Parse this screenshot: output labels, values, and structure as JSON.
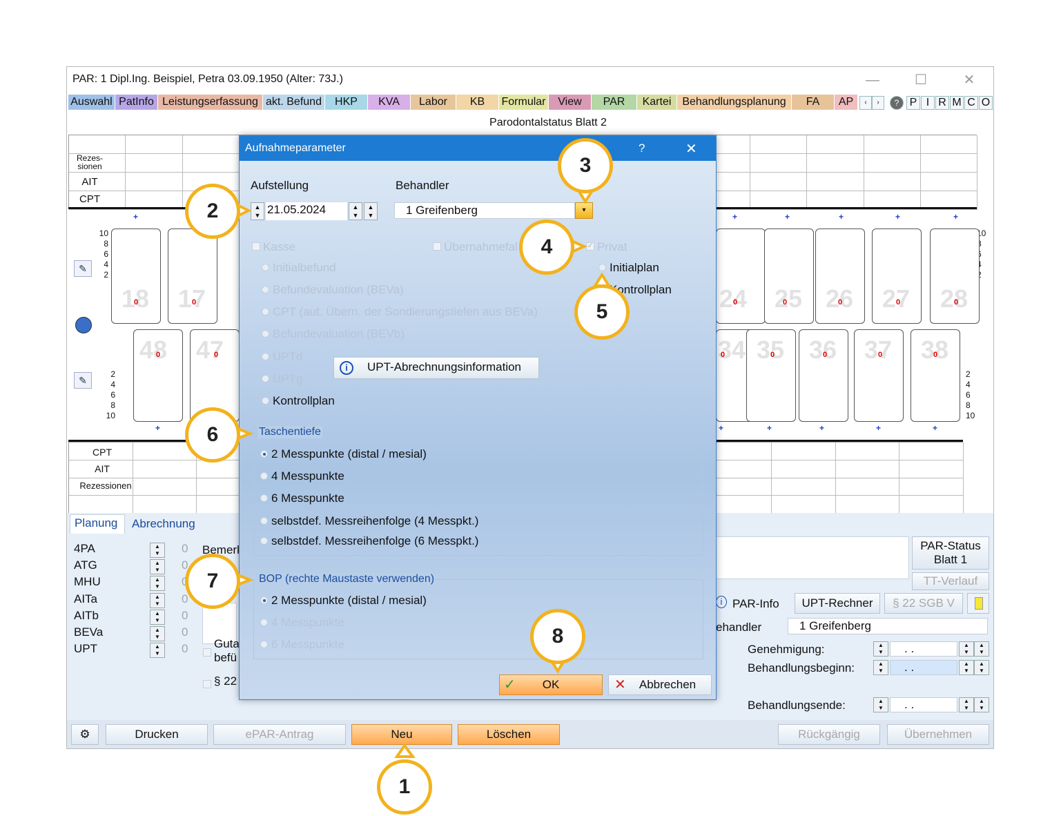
{
  "window": {
    "title": "PAR: 1  Dipl.Ing. Beispiel, Petra  03.09.1950 (Alter: 73J.)",
    "controls": {
      "minimize": "—",
      "maximize": "☐",
      "close": "✕"
    }
  },
  "module_tabs": [
    {
      "label": "Auswahl",
      "color": "#9fc0e8"
    },
    {
      "label": "PatInfo",
      "color": "#b7a6e6"
    },
    {
      "label": "Leistungserfassung",
      "color": "#e9b8a5"
    },
    {
      "label": "akt. Befund",
      "color": "#bcd6ea"
    },
    {
      "label": "HKP",
      "color": "#a8d8e8"
    },
    {
      "label": "KVA",
      "color": "#d8b0e8"
    },
    {
      "label": "Labor",
      "color": "#e6c69a"
    },
    {
      "label": "KB",
      "color": "#f2d6a6"
    },
    {
      "label": "Formular",
      "color": "#e3e6a2"
    },
    {
      "label": "View",
      "color": "#d99ab4"
    },
    {
      "label": "PAR",
      "color": "#b4d7a6"
    },
    {
      "label": "Kartei",
      "color": "#d6dca0"
    },
    {
      "label": "Behandlungsplanung",
      "color": "#f2cfa6"
    },
    {
      "label": "FA",
      "color": "#e7c39a"
    },
    {
      "label": "AP",
      "color": "#f1bdbf"
    }
  ],
  "quick_buttons": [
    "P",
    "I",
    "R",
    "M",
    "C",
    "O"
  ],
  "sheet": {
    "title": "Parodontalstatus Blatt 2",
    "upper_rows": [
      "Rezes-\nsionen",
      "AIT",
      "CPT"
    ],
    "lower_rows": [
      "CPT",
      "AIT",
      "Rezessionen"
    ],
    "scale": [
      "10",
      "8",
      "6",
      "4",
      "2"
    ],
    "scale_down": [
      "2",
      "4",
      "6",
      "8",
      "10"
    ],
    "upper_left_teeth": [
      "18",
      "17"
    ],
    "upper_right_teeth": [
      "24",
      "25",
      "26",
      "27",
      "28"
    ],
    "lower_left_teeth": [
      "48",
      "47"
    ],
    "lower_right_teeth": [
      "34",
      "35",
      "36",
      "37",
      "38"
    ],
    "zero": "0"
  },
  "lower_panel": {
    "tabs": [
      "Planung",
      "Abrechnung"
    ],
    "counters": [
      {
        "label": "4PA",
        "value": "0"
      },
      {
        "label": "ATG",
        "value": "0"
      },
      {
        "label": "MHU",
        "value": "0"
      },
      {
        "label": "AITa",
        "value": "0"
      },
      {
        "label": "AITb",
        "value": "0"
      },
      {
        "label": "BEVa",
        "value": "0"
      },
      {
        "label": "UPT",
        "value": "0"
      }
    ],
    "bemerk_partial": "Bemerk",
    "guta_partial": "Guta",
    "befu_partial": "befü",
    "para22_partial": "§ 22",
    "par_status_button": "PAR-Status\nBlatt 1",
    "tt_verlauf_button": "TT-Verlauf",
    "par_info_button": "PAR-Info",
    "upt_rechner_button": "UPT-Rechner",
    "sgb_button": "§ 22 SGB V",
    "behandler_label_partial": "ehandler",
    "behandler_value": "1 Greifenberg",
    "genehmigung_label": "Genehmigung:",
    "behandlungsbeginn_label": "Behandlungsbeginn:",
    "behandlungsende_label": "Behandlungsende:",
    "date_placeholder": ".  ."
  },
  "bottom_bar": {
    "drucken": "Drucken",
    "epar": "ePAR-Antrag",
    "neu": "Neu",
    "loeschen": "Löschen",
    "rueckgaengig": "Rückgängig",
    "uebernehmen": "Übernehmen"
  },
  "dialog": {
    "title": "Aufnahmeparameter",
    "help": "?",
    "close": "✕",
    "aufstellung_label": "Aufstellung",
    "aufstellung_value": "21.05.2024",
    "behandler_label": "Behandler",
    "behandler_value": "1 Greifenberg",
    "kasse": "Kasse",
    "uebernahmefall": "Übernahmefal",
    "privat": "Privat",
    "kasse_options": [
      {
        "label": "Initialbefund",
        "enabled": false
      },
      {
        "label": "Befundevaluation (BEVa)",
        "enabled": false
      },
      {
        "label": "CPT (aut. Übern. der Sondierungstiefen aus BEVa)",
        "enabled": false
      },
      {
        "label": "Befundevaluation (BEVb)",
        "enabled": false
      },
      {
        "label": "UPTd",
        "enabled": false
      },
      {
        "label": "UPTg",
        "enabled": false
      },
      {
        "label": "Kontrollplan",
        "enabled": true
      }
    ],
    "privat_options": [
      "Initialplan",
      "Kontrollplan"
    ],
    "upt_info_button": "UPT-Abrechnungsinformation",
    "taschentiefe": {
      "label": "Taschentiefe",
      "options": [
        "2 Messpunkte (distal / mesial)",
        "4 Messpunkte",
        "6 Messpunkte",
        "selbstdef. Messreihenfolge (4 Messpkt.)",
        "selbstdef. Messreihenfolge (6 Messpkt.)"
      ]
    },
    "bop": {
      "label": "BOP (rechte Maustaste verwenden)",
      "options": [
        {
          "label": "2 Messpunkte (distal / mesial)",
          "enabled": true
        },
        {
          "label": "4 Messpunkte",
          "enabled": false
        },
        {
          "label": "6 Messpunkte",
          "enabled": false
        }
      ]
    },
    "ok": "OK",
    "abbrechen": "Abbrechen"
  },
  "callouts": [
    "1",
    "2",
    "3",
    "4",
    "5",
    "6",
    "7",
    "8"
  ],
  "colors": {
    "accent_orange": "#ffa94f",
    "callout_ring": "#f3b21c",
    "dialog_bar": "#1d7bd3"
  }
}
